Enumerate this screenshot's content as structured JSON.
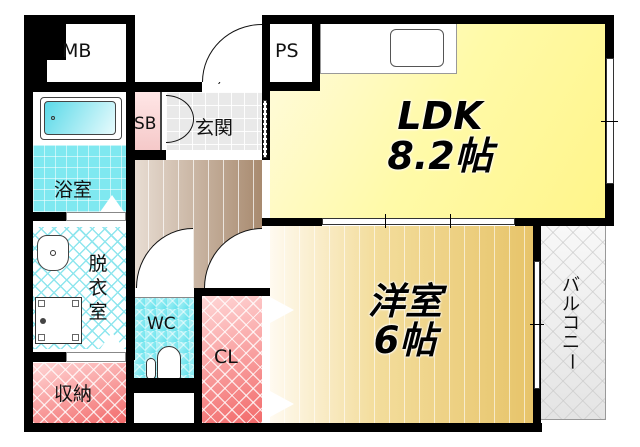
{
  "floor_plan": {
    "rooms": {
      "mb": {
        "label": "MB"
      },
      "ps": {
        "label": "PS"
      },
      "sb": {
        "label": "SB"
      },
      "entrance": {
        "label": "玄関"
      },
      "bathroom": {
        "label": "浴室"
      },
      "dressing": {
        "label": "脱衣室",
        "chars": [
          "脱",
          "衣",
          "室"
        ]
      },
      "storage": {
        "label": "収納"
      },
      "wc": {
        "label": "WC"
      },
      "closet": {
        "label": "CL"
      },
      "ldk": {
        "label": "LDK",
        "size": "8.2帖"
      },
      "western_room": {
        "label": "洋室",
        "size": "6帖"
      },
      "balcony": {
        "label": "バルコニー",
        "chars": [
          "バ",
          "ル",
          "コ",
          "ニ",
          "ー"
        ]
      }
    },
    "colors": {
      "ldk": "#fff79a",
      "western_room": "#ebc970",
      "hallway": "#b59b82",
      "wet_area": "#7fe8f0",
      "storage": "#f26b6b",
      "balcony": "#e8e8e8",
      "wall": "#000000"
    }
  }
}
